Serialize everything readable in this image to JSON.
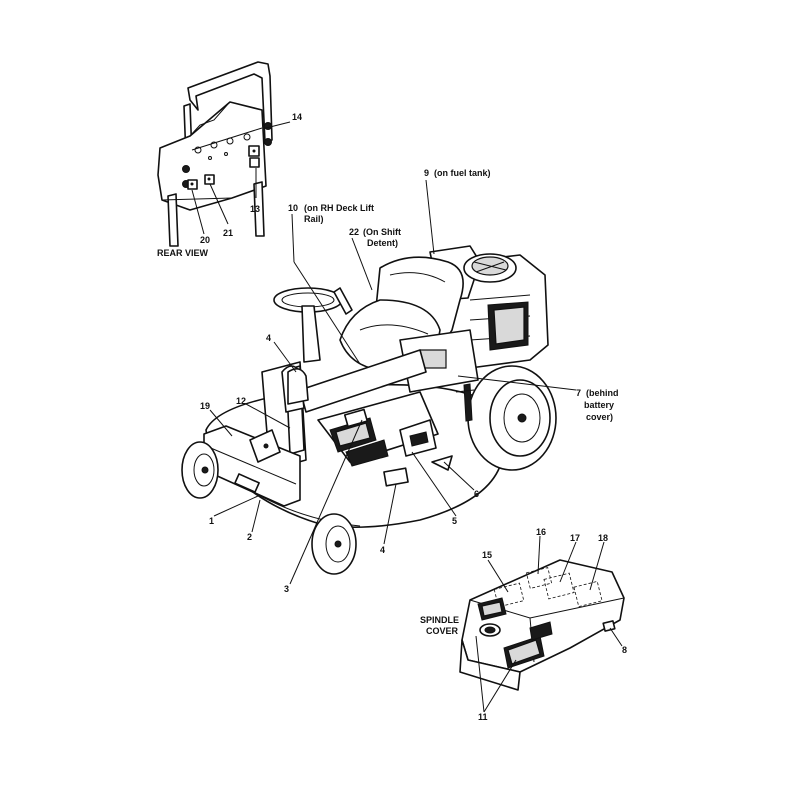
{
  "captions": {
    "rear_view": "REAR VIEW",
    "spindle_cover_line1": "SPINDLE",
    "spindle_cover_line2": "COVER"
  },
  "callouts": {
    "c1": "1",
    "c2": "2",
    "c3": "3",
    "c4a": "4",
    "c4b": "4",
    "c5": "5",
    "c6": "6",
    "c7": "7",
    "c7_note1": "(behind",
    "c7_note2": "battery",
    "c7_note3": "cover)",
    "c8": "8",
    "c9": "9",
    "c9_note": "(on fuel tank)",
    "c10": "10",
    "c10_note1": "(on RH Deck Lift",
    "c10_note2": "Rail)",
    "c11": "11",
    "c12": "12",
    "c13": "13",
    "c14": "14",
    "c15": "15",
    "c16": "16",
    "c17": "17",
    "c18": "18",
    "c19": "19",
    "c20": "20",
    "c21": "21",
    "c22": "22",
    "c22_note1": "(On Shift",
    "c22_note2": "Detent)"
  }
}
